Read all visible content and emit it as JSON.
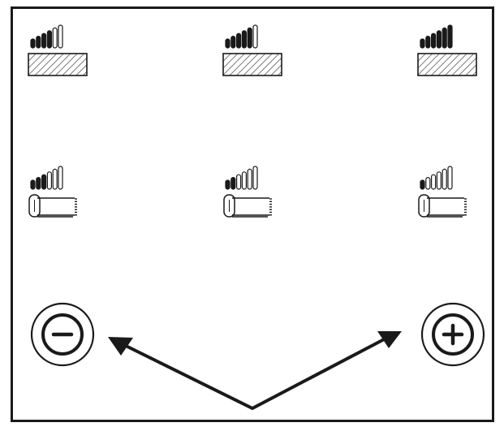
{
  "colors": {
    "ink": "#1a1a1a",
    "background": "#ffffff"
  },
  "rows": [
    {
      "icon": "floor-hatched-icon",
      "indicators": [
        {
          "filled": 4,
          "total": 6
        },
        {
          "filled": 5,
          "total": 6
        },
        {
          "filled": 6,
          "total": 6
        }
      ]
    },
    {
      "icon": "towel-rail-icon",
      "indicators": [
        {
          "filled": 3,
          "total": 6
        },
        {
          "filled": 2,
          "total": 6
        },
        {
          "filled": 1,
          "total": 6
        }
      ]
    }
  ],
  "buttons": {
    "minus": {
      "icon": "minus-circle-icon"
    },
    "plus": {
      "icon": "plus-circle-icon"
    }
  },
  "annotation": {
    "icon": "double-arrow-icon"
  }
}
